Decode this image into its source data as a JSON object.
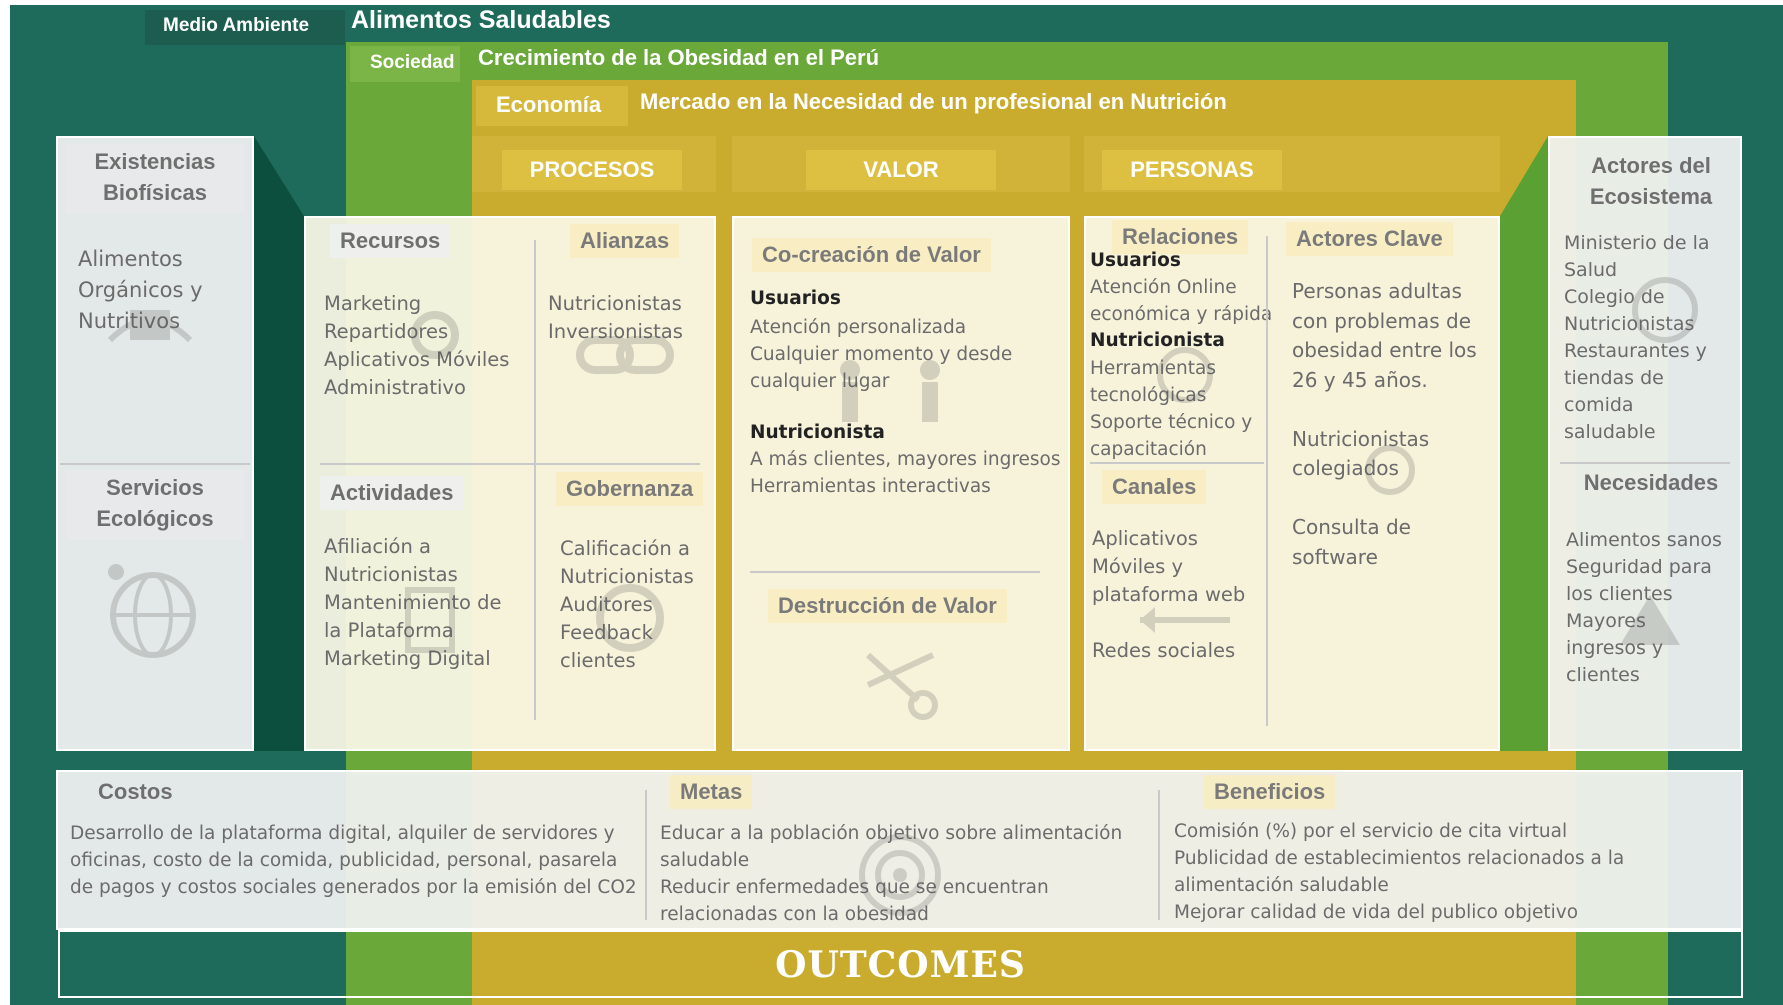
{
  "bands": {
    "environment": {
      "label": "Medio Ambiente",
      "title": "Alimentos Saludables",
      "color": "#1e6b5b"
    },
    "society": {
      "label": "Sociedad",
      "title": "Crecimiento de la Obesidad en el Perú",
      "color": "#6aa83a"
    },
    "economy": {
      "label": "Economía",
      "title": "Mercado en la Necesidad de un profesional en Nutrición",
      "color": "#c9ac2e"
    }
  },
  "left": {
    "existencias": {
      "title": "Existencias\nBiofísicas",
      "body": "Alimentos\nOrgánicos y\nNutritivos"
    },
    "servicios": {
      "title": "Servicios\nEcológicos"
    }
  },
  "procesos": {
    "header": "PROCESOS",
    "recursos": {
      "title": "Recursos",
      "body": "Marketing\nRepartidores\nAplicativos Móviles\nAdministrativo"
    },
    "alianzas": {
      "title": "Alianzas",
      "body": "Nutricionistas\nInversionistas"
    },
    "actividades": {
      "title": "Actividades",
      "body": "Afiliación a\nNutricionistas\nMantenimiento de\nla Plataforma\nMarketing Digital"
    },
    "gobernanza": {
      "title": "Gobernanza",
      "body": "Calificación a\nNutricionistas\nAuditores\nFeedback\nclientes"
    }
  },
  "valor": {
    "header": "VALOR",
    "cocreacion": {
      "title": "Co-creación de Valor",
      "usuarios_label": "Usuarios",
      "usuarios_body": "Atención personalizada\nCualquier momento y desde\ncualquier lugar",
      "nutri_label": "Nutricionista",
      "nutri_body": "A más clientes, mayores ingresos\nHerramientas interactivas"
    },
    "destruccion": {
      "title": "Destrucción de Valor"
    }
  },
  "personas": {
    "header": "PERSONAS",
    "relaciones": {
      "title": "Relaciones",
      "usuarios_label": "Usuarios",
      "usuarios_body": "Atención Online\neconómica y rápida",
      "nutri_label": "Nutricionista",
      "nutri_body": "Herramientas\ntecnológicas\nSoporte técnico y\ncapacitación"
    },
    "canales": {
      "title": "Canales",
      "body": "Aplicativos\nMóviles y\nplataforma web\n\nRedes sociales"
    },
    "actores_clave": {
      "title": "Actores Clave",
      "body": "Personas adultas\ncon problemas de\nobesidad entre los\n26 y 45 años.\n\nNutricionistas\ncolegiados\n\nConsulta de\nsoftware"
    }
  },
  "right": {
    "actores": {
      "title": "Actores del\nEcosistema",
      "body": "Ministerio de la\nSalud\nColegio de\nNutricionistas\nRestaurantes y\ntiendas de\ncomida\nsaludable"
    },
    "necesidades": {
      "title": "Necesidades",
      "body": "Alimentos sanos\nSeguridad para\nlos clientes\nMayores\ningresos y\nclientes"
    }
  },
  "bottom": {
    "costos": {
      "title": "Costos",
      "body": "Desarrollo de la plataforma digital, alquiler de servidores y\noficinas, costo de la comida, publicidad, personal, pasarela\nde pagos y costos sociales generados por la emisión del CO2"
    },
    "metas": {
      "title": "Metas",
      "body": "Educar a la población objetivo sobre alimentación\nsaludable\nReducir enfermedades que se encuentran\nrelacionadas con la obesidad"
    },
    "beneficios": {
      "title": "Beneficios",
      "body": "Comisión (%) por el servicio de cita virtual\nPublicidad de establecimientos relacionados a la\nalimentación saludable\nMejorar calidad de vida del publico objetivo"
    }
  },
  "outcomes": "OUTCOMES",
  "icons": [
    "recycle-icon",
    "globe-icon",
    "gear-icon",
    "link-icon",
    "document-icon",
    "handshake-icon",
    "scissors-icon",
    "network-icon",
    "arrows-icon",
    "group-icon",
    "pyramid-icon",
    "target-icon",
    "world-icon",
    "coins-icon"
  ]
}
